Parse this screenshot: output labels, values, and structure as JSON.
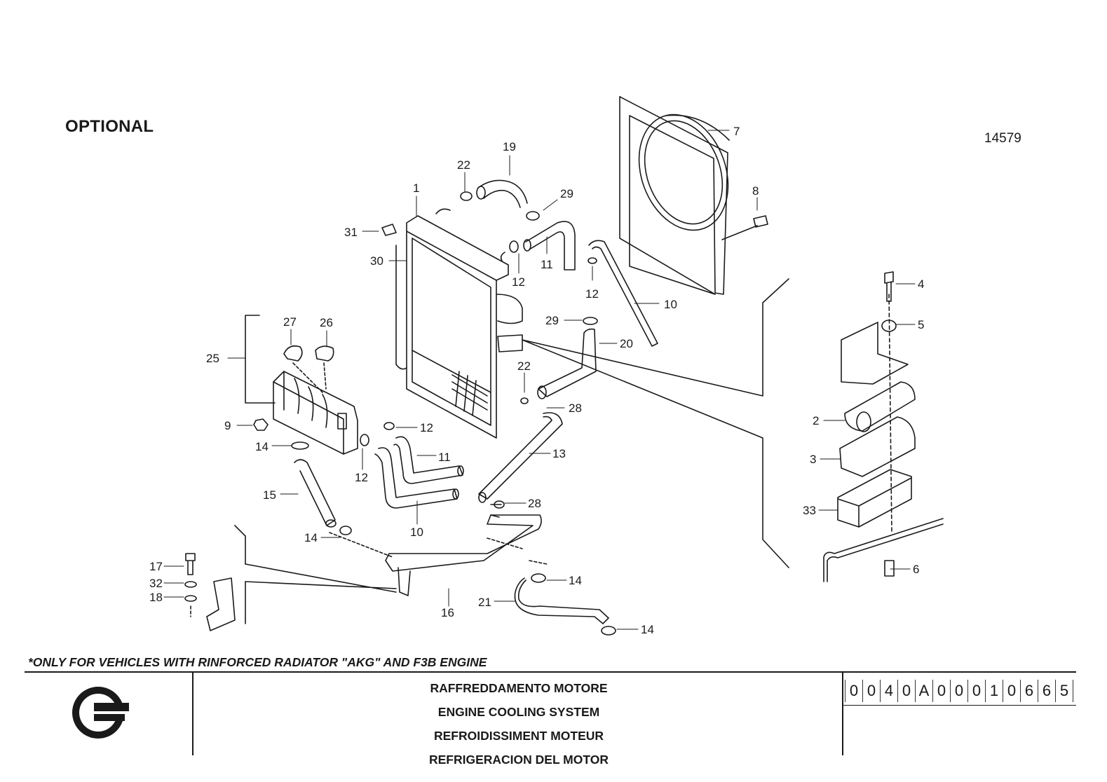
{
  "header": {
    "optional_label": "OPTIONAL",
    "drawing_number": "14579"
  },
  "footnote": "*ONLY FOR VEHICLES WITH RINFORCED RADIATOR \"AKG\" AND F3B ENGINE",
  "title_block": {
    "titles": [
      "RAFFREDDAMENTO MOTORE",
      "ENGINE COOLING SYSTEM",
      "REFROIDISSIMENT MOTEUR",
      "REFRIGERACION DEL MOTOR"
    ],
    "code_characters": [
      "0",
      "0",
      "4",
      "0",
      "A",
      "0",
      "0",
      "0",
      "1",
      "0",
      "6",
      "6",
      "5"
    ],
    "logo_icon": "manufacturer-logo-icon"
  },
  "callouts": [
    "1",
    "30",
    "31",
    "22",
    "19",
    "29",
    "11",
    "12",
    "12",
    "7",
    "8",
    "10",
    "29",
    "20",
    "22",
    "28",
    "27",
    "26",
    "25",
    "9",
    "14",
    "12",
    "11",
    "12",
    "15",
    "13",
    "10",
    "28",
    "14",
    "17",
    "32",
    "18",
    "16",
    "14",
    "21",
    "14",
    "4",
    "5",
    "2",
    "3",
    "33",
    "6"
  ],
  "colors": {
    "ink": "#1a1a1a",
    "background": "#ffffff"
  }
}
